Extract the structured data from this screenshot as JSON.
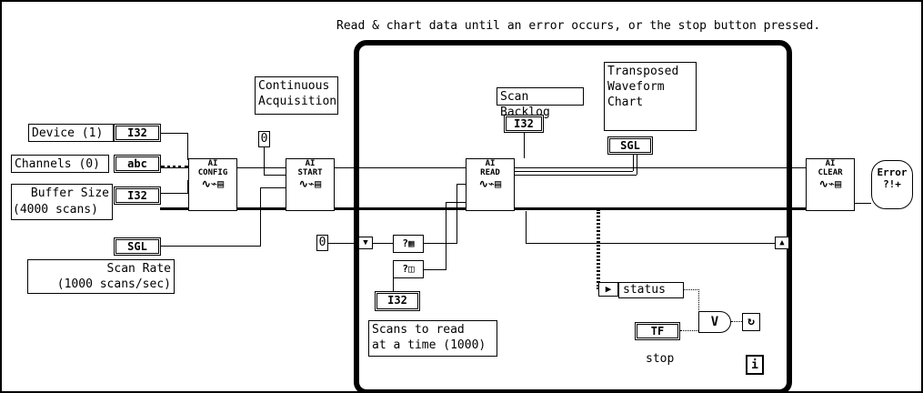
{
  "comment": "Read & chart data until an error occurs, or the stop button pressed.",
  "controls": {
    "device": {
      "label": "Device (1)",
      "type": "I32"
    },
    "channels": {
      "label": "Channels (0)",
      "type": "abc"
    },
    "buffer_size": {
      "label_line1": "Buffer Size",
      "label_line2": "(4000 scans)",
      "type": "I32"
    },
    "scan_rate": {
      "label_line1": "Scan Rate",
      "label_line2": "(1000 scans/sec)",
      "type": "SGL"
    },
    "continuous": {
      "label_line1": "Continuous",
      "label_line2": "Acquisition",
      "value": "0"
    },
    "scans_to_read": {
      "label_line1": "Scans to read",
      "label_line2": "at a time (1000)",
      "type": "I32"
    },
    "stop": {
      "label": "stop",
      "type": "TF"
    }
  },
  "indicators": {
    "scan_backlog": {
      "label": "Scan Backlog",
      "type": "I32"
    },
    "chart": {
      "label_line1": "Transposed",
      "label_line2": "Waveform",
      "label_line3": "Chart",
      "type": "SGL"
    },
    "status": {
      "label": "status"
    }
  },
  "vis": {
    "config": {
      "line1": "AI",
      "line2": "CONFIG"
    },
    "start": {
      "line1": "AI",
      "line2": "START"
    },
    "read": {
      "line1": "AI",
      "line2": "READ"
    },
    "clear": {
      "line1": "AI",
      "line2": "CLEAR"
    },
    "error": {
      "line1": "Error",
      "line2": "?!+"
    }
  },
  "constants": {
    "zero_left": "0",
    "zero_start": "0"
  },
  "loop": {
    "iteration": "i",
    "or_gate": "V"
  }
}
